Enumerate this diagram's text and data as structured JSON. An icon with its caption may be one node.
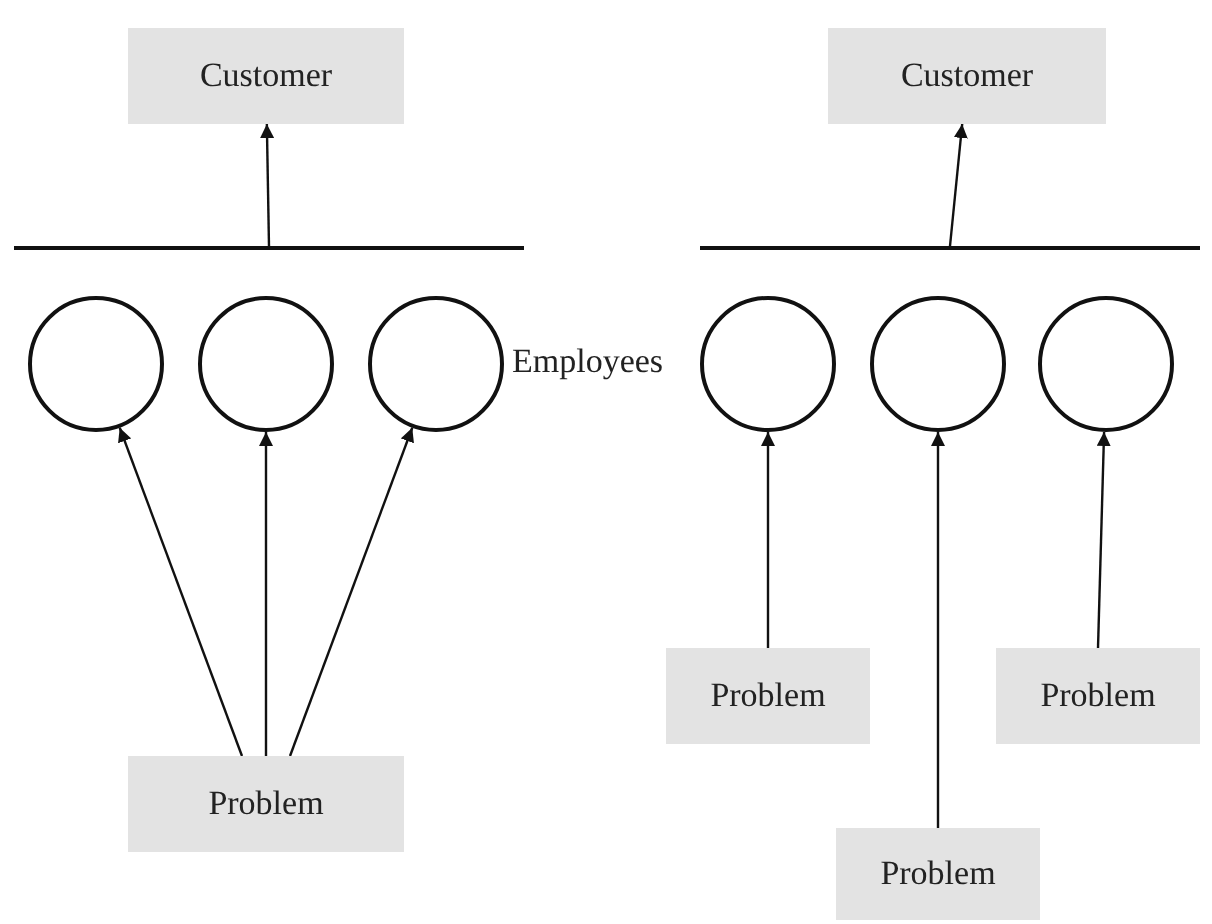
{
  "diagram": {
    "nodes": [
      {
        "text": [
          "Customer"
        ]
      },
      {
        "text": [
          "Customer"
        ]
      },
      {
        "text": [],
        "shape": "bar"
      },
      {
        "text": [],
        "shape": "bar"
      },
      {
        "text": [],
        "shape": "circle"
      },
      {
        "text": [],
        "shape": "circle"
      },
      {
        "text": [],
        "shape": "circle"
      },
      {
        "text": [],
        "shape": "circle"
      },
      {
        "text": [],
        "shape": "circle"
      },
      {
        "text": [],
        "shape": "circle"
      },
      {
        "text": [
          "Problem"
        ]
      },
      {
        "text": [
          "Problem"
        ]
      },
      {
        "text": [
          "Problem"
        ]
      },
      {
        "text": [
          "Problem"
        ]
      }
    ],
    "edges": [
      {
        "from": 2,
        "to": 0,
        "arrow": "to"
      },
      {
        "from": 3,
        "to": 1,
        "arrow": "to"
      },
      {
        "from": 10,
        "to": 4,
        "arrow": "to"
      },
      {
        "from": 10,
        "to": 5,
        "arrow": "to"
      },
      {
        "from": 10,
        "to": 6,
        "arrow": "to"
      },
      {
        "from": 11,
        "to": 7,
        "arrow": "to"
      },
      {
        "from": 13,
        "to": 8,
        "arrow": "to"
      },
      {
        "from": 12,
        "to": 9,
        "arrow": "to"
      }
    ],
    "labels": [
      "Employees"
    ]
  }
}
